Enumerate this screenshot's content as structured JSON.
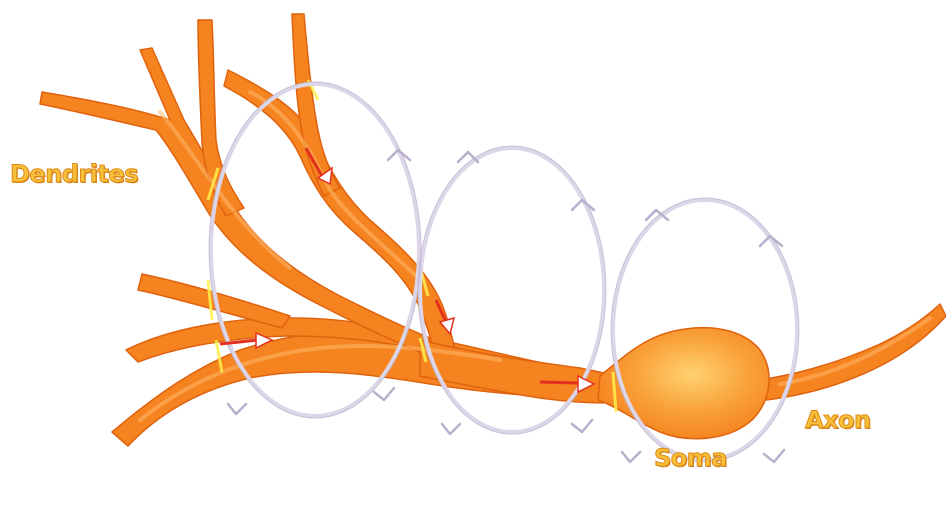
{
  "labels": {
    "dendrites": "Dendrites",
    "soma": "Soma",
    "axon": "Axon"
  },
  "colors": {
    "neuron_fill": "#f5831f",
    "neuron_shade": "#e0620e",
    "neuron_highlight": "#ffb86a",
    "soma_core": "#ffd270",
    "loop_stroke": "#dcd6e8",
    "loop_arrow": "#b8b0cc",
    "signal_arrow": "#e3301e",
    "label_fill": "#f6c03a",
    "label_outline": "#e08a16"
  },
  "icons": {
    "loop_direction": "chevron-arrow-icon",
    "signal_direction": "triangle-arrow-icon"
  }
}
